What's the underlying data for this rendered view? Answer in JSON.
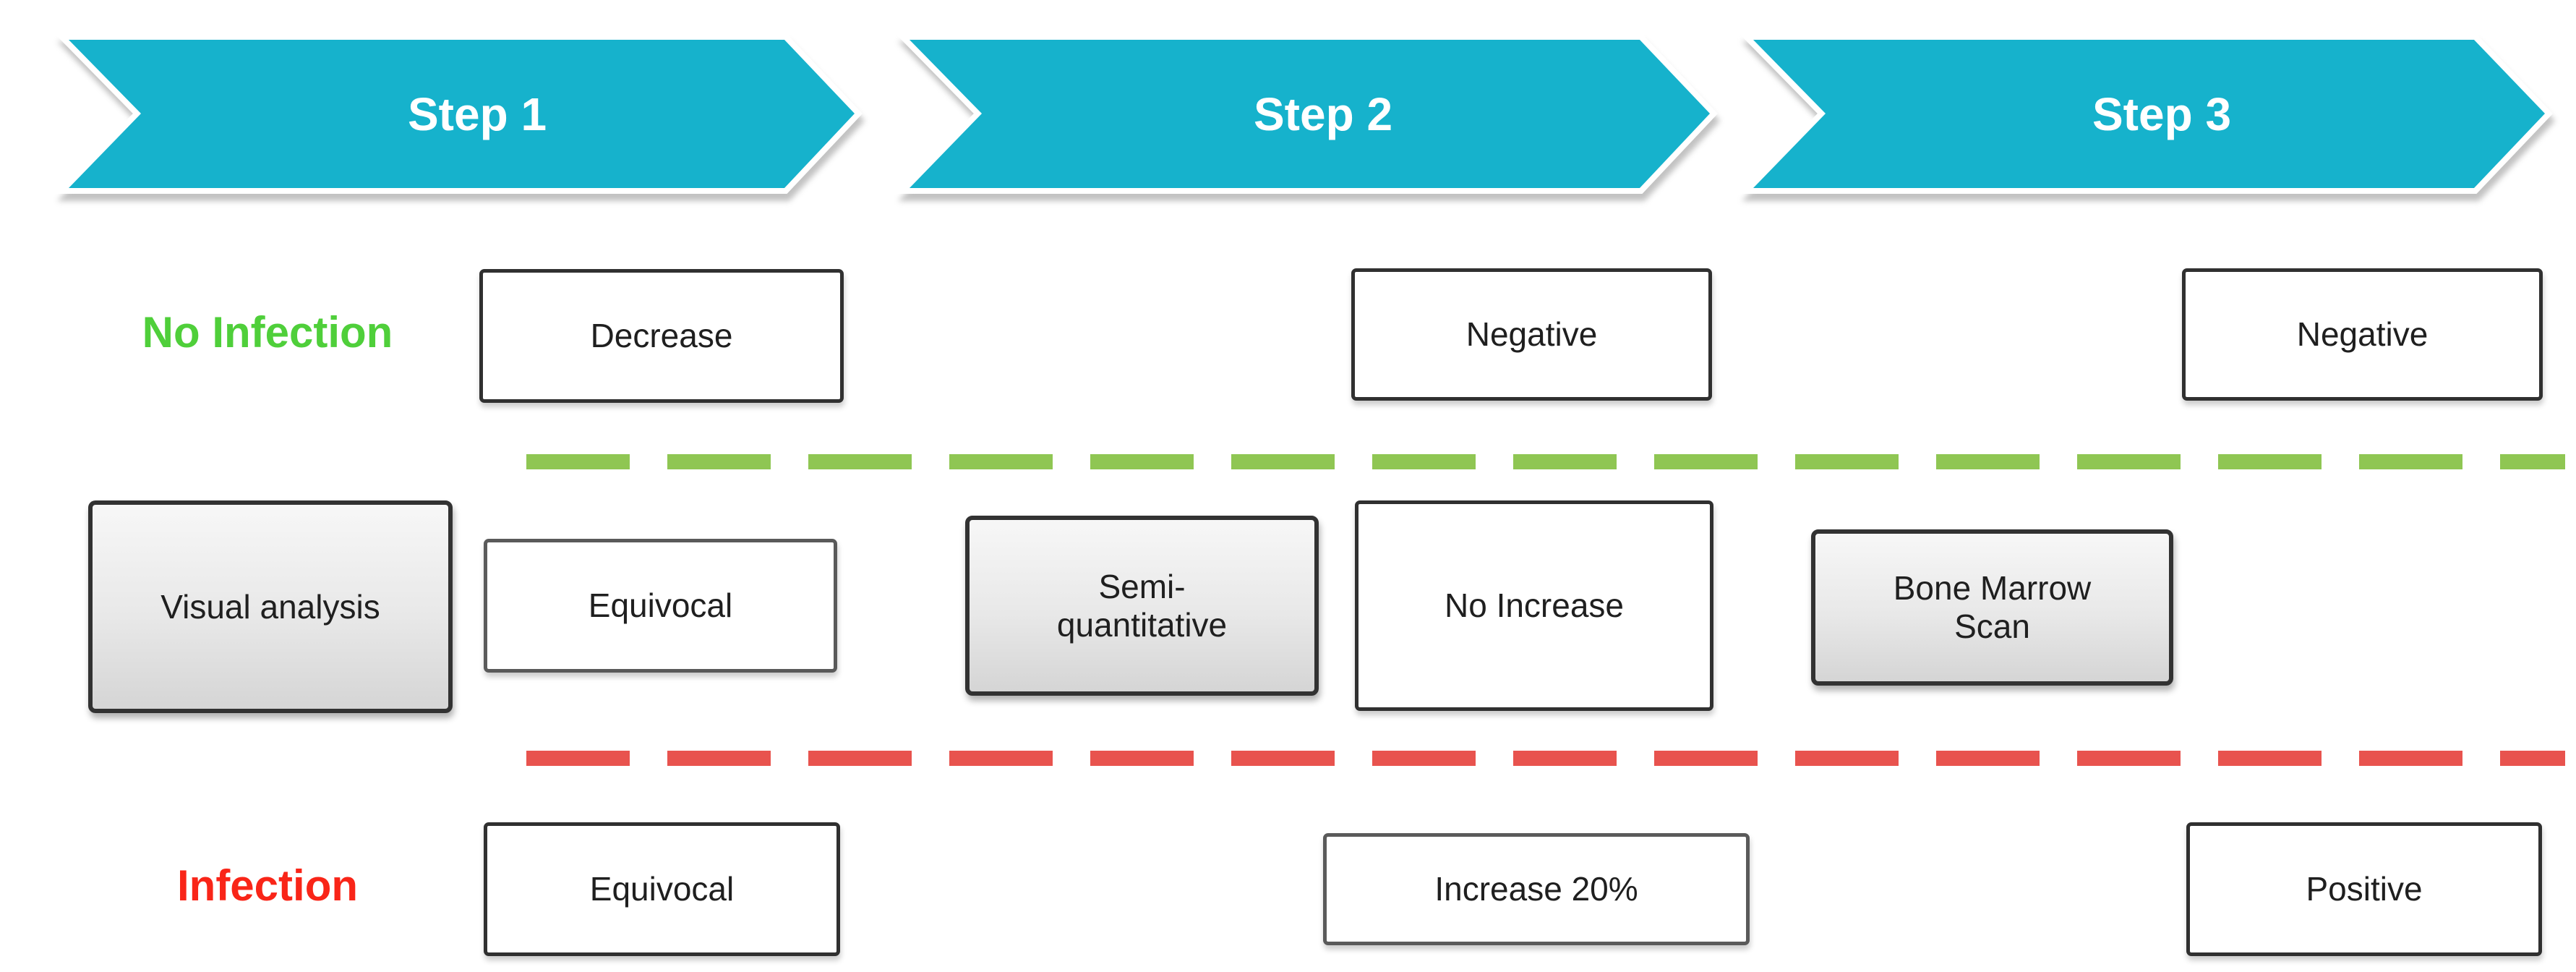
{
  "steps": [
    {
      "label": "Step 1"
    },
    {
      "label": "Step 2"
    },
    {
      "label": "Step 3"
    }
  ],
  "rows": {
    "no_infection_label": "No Infection",
    "infection_label": "Infection"
  },
  "boxes": {
    "decrease": "Decrease",
    "negative_step2": "Negative",
    "negative_step3": "Negative",
    "visual_analysis": "Visual analysis",
    "equivocal_mid": "Equivocal",
    "semi_quantitative": "Semi-\nquantitative",
    "no_increase": "No Increase",
    "bone_marrow": "Bone Marrow\nScan",
    "equivocal_infection": "Equivocal",
    "increase_20": "Increase 20%",
    "positive": "Positive"
  },
  "colors": {
    "cyan": "#16B2CC",
    "green_dash": "#8FC653",
    "red_dash": "#E8534E",
    "green_label": "#4FCF3A",
    "red_label": "#F92518"
  }
}
